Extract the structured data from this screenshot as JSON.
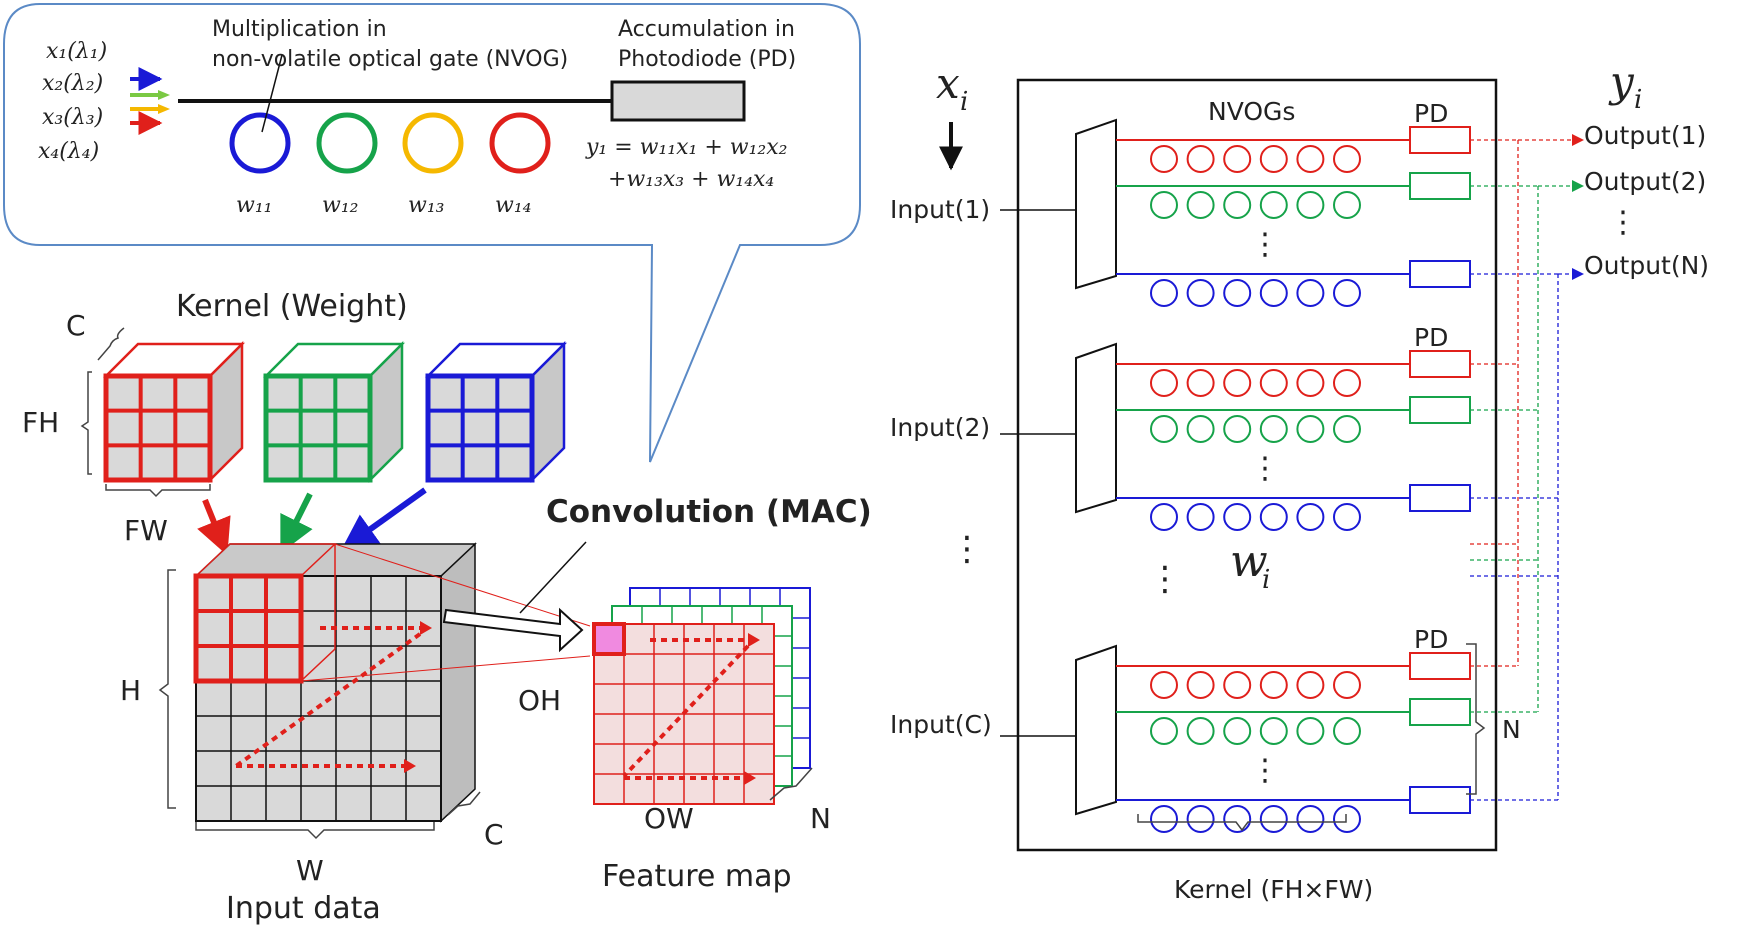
{
  "colors": {
    "red": "#e0201b",
    "green": "#16a34a",
    "blue": "#1a1ad6",
    "yellow": "#f5b800",
    "orange": "#e8863a",
    "lightgreen": "#7ac943",
    "gray": "#d9d9d9",
    "pink": "#f08ae0"
  },
  "bubble": {
    "x_labels": [
      "x₁(λ₁)",
      "x₂(λ₂)",
      "x₃(λ₃)",
      "x₄(λ₄)"
    ],
    "mult_line1": "Multiplication in",
    "mult_line2": "non-volatile optical gate (NVOG)",
    "acc_line1": "Accumulation in",
    "acc_line2": "Photodiode (PD)",
    "eq_line1": "y₁ = w₁₁x₁ + w₁₂x₂",
    "eq_line2": "+w₁₃x₃ + w₁₄x₄",
    "w_labels": [
      "w₁₁",
      "w₁₂",
      "w₁₃",
      "w₁₄"
    ]
  },
  "left": {
    "kernel_title": "Kernel (Weight)",
    "c": "C",
    "fh": "FH",
    "fw": "FW",
    "h": "H",
    "w": "W",
    "c2": "C",
    "input_data": "Input data",
    "conv": "Convolution (MAC)",
    "oh": "OH",
    "ow": "OW",
    "n": "N",
    "feature_map": "Feature map"
  },
  "right": {
    "xi": "x",
    "xi_sub": "i",
    "yi": "y",
    "yi_sub": "i",
    "nvogs": "NVOGs",
    "pd": "PD",
    "inputs": [
      "Input(1)",
      "Input(2)",
      "Input(C)"
    ],
    "outputs": [
      "Output(1)",
      "Output(2)",
      "Output(N)"
    ],
    "wi": "w",
    "wi_sub": "i",
    "n": "N",
    "kernel": "Kernel (FH×FW)",
    "vdots": "⋮"
  }
}
